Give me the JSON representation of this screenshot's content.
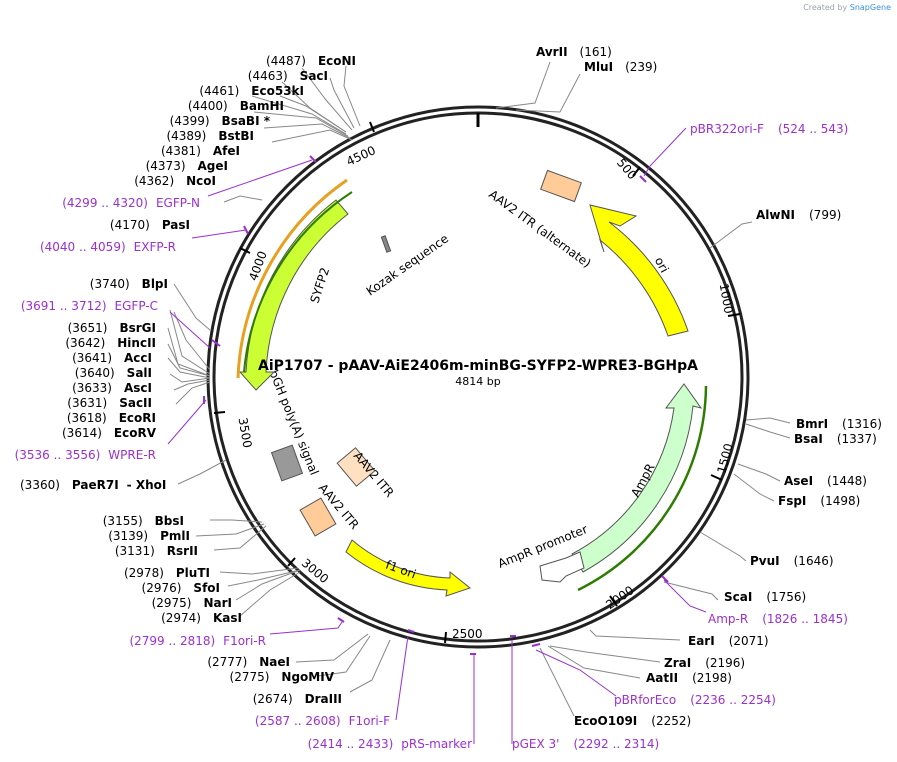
{
  "credit": {
    "prefix": "Created by",
    "brand": "SnapGene"
  },
  "title": "AiP1707 - pAAV-AiE2406m-minBG-SYFP2-WPRE3-BGHpA",
  "size_label": "4814 bp",
  "ticks": [
    "500",
    "1000",
    "1500",
    "2000",
    "2500",
    "3000",
    "3500",
    "4000",
    "4500"
  ],
  "enzymes": [
    {
      "pos": "(161)",
      "name": "AvrII"
    },
    {
      "pos": "(239)",
      "name": "MluI"
    },
    {
      "pos": "(799)",
      "name": "AlwNI"
    },
    {
      "pos": "(1316)",
      "name": "BmrI"
    },
    {
      "pos": "(1337)",
      "name": "BsaI"
    },
    {
      "pos": "(1448)",
      "name": "AseI"
    },
    {
      "pos": "(1498)",
      "name": "FspI"
    },
    {
      "pos": "(1646)",
      "name": "PvuI"
    },
    {
      "pos": "(1756)",
      "name": "ScaI"
    },
    {
      "pos": "(2071)",
      "name": "EarI"
    },
    {
      "pos": "(2196)",
      "name": "ZraI"
    },
    {
      "pos": "(2198)",
      "name": "AatII"
    },
    {
      "pos": "(2252)",
      "name": "EcoO109I"
    },
    {
      "pos": "(2674)",
      "name": "DraIII"
    },
    {
      "pos": "(2775)",
      "name": "NgoMIV"
    },
    {
      "pos": "(2777)",
      "name": "NaeI"
    },
    {
      "pos": "(2974)",
      "name": "KasI"
    },
    {
      "pos": "(2975)",
      "name": "NarI"
    },
    {
      "pos": "(2976)",
      "name": "SfoI"
    },
    {
      "pos": "(2978)",
      "name": "PluTI"
    },
    {
      "pos": "(3131)",
      "name": "RsrII"
    },
    {
      "pos": "(3139)",
      "name": "PmlI"
    },
    {
      "pos": "(3155)",
      "name": "BbsI"
    },
    {
      "pos": "(3360)",
      "name": "PaeR7I",
      "extra": "- XhoI"
    },
    {
      "pos": "(3614)",
      "name": "EcoRV"
    },
    {
      "pos": "(3618)",
      "name": "EcoRI"
    },
    {
      "pos": "(3631)",
      "name": "SacII"
    },
    {
      "pos": "(3633)",
      "name": "AscI"
    },
    {
      "pos": "(3640)",
      "name": "SalI"
    },
    {
      "pos": "(3641)",
      "name": "AccI"
    },
    {
      "pos": "(3642)",
      "name": "HincII"
    },
    {
      "pos": "(3651)",
      "name": "BsrGI"
    },
    {
      "pos": "(3740)",
      "name": "BlpI"
    },
    {
      "pos": "(4170)",
      "name": "PasI"
    },
    {
      "pos": "(4362)",
      "name": "NcoI"
    },
    {
      "pos": "(4373)",
      "name": "AgeI"
    },
    {
      "pos": "(4381)",
      "name": "AfeI"
    },
    {
      "pos": "(4389)",
      "name": "BstBI"
    },
    {
      "pos": "(4399)",
      "name": "BsaBI *"
    },
    {
      "pos": "(4400)",
      "name": "BamHI"
    },
    {
      "pos": "(4461)",
      "name": "Eco53kI"
    },
    {
      "pos": "(4463)",
      "name": "SacI"
    },
    {
      "pos": "(4487)",
      "name": "EcoNI"
    }
  ],
  "primers": [
    {
      "name": "pBR322ori-F",
      "range": "(524 .. 543)"
    },
    {
      "name": "Amp-R",
      "range": "(1826 .. 1845)"
    },
    {
      "name": "pBRforEco",
      "range": "(2236 .. 2254)"
    },
    {
      "name": "pGEX 3'",
      "range": "(2292 .. 2314)"
    },
    {
      "name": "pRS-marker",
      "range": "(2414 .. 2433)"
    },
    {
      "name": "F1ori-F",
      "range": "(2587 .. 2608)"
    },
    {
      "name": "F1ori-R",
      "range": "(2799 .. 2818)"
    },
    {
      "name": "WPRE-R",
      "range": "(3536 .. 3556)"
    },
    {
      "name": "EGFP-C",
      "range": "(3691 .. 3712)"
    },
    {
      "name": "EXFP-R",
      "range": "(4040 .. 4059)"
    },
    {
      "name": "EGFP-N",
      "range": "(4299 .. 4320)"
    }
  ],
  "features": {
    "aav2_itr_alt": "AAV2 ITR (alternate)",
    "ori": "ori",
    "ampr": "AmpR",
    "ampr_promoter": "AmpR promoter",
    "f1_ori": "f1 ori",
    "aav2_itr_1": "AAV2 ITR",
    "aav2_itr_2": "AAV2 ITR",
    "bgh": "bGH poly(A) signal",
    "sufp2": "SYFP2",
    "kozak": "Kozak sequence"
  },
  "colors": {
    "primer": "#9b30d0",
    "ori": "#ffff00",
    "ampr": "#ccffcc",
    "itr": "#ffcc99",
    "yfp": "#ccff33",
    "bgh": "#999999",
    "highlight_orange": "#e8a020",
    "highlight_green": "#2e7d00"
  }
}
